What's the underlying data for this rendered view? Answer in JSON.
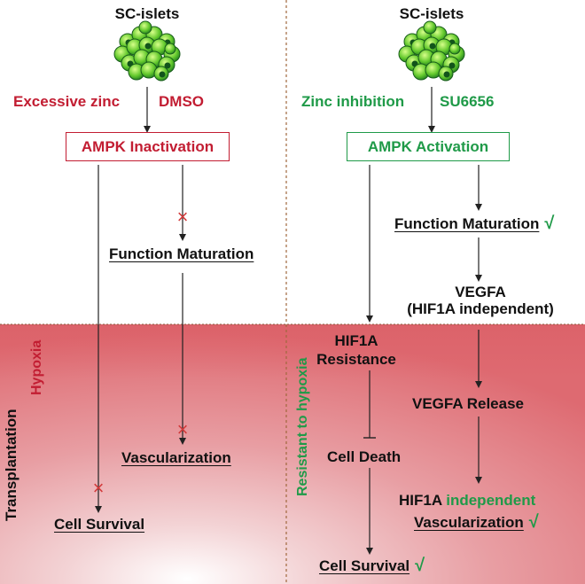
{
  "left": {
    "title": "SC-islets",
    "treatment_a": "Excessive zinc",
    "treatment_b": "DMSO",
    "box": "AMPK Inactivation",
    "function": "Function Maturation",
    "vascularization": "Vascularization",
    "survival": "Cell Survival",
    "condition": "Hypoxia"
  },
  "right": {
    "title": "SC-islets",
    "treatment_a": "Zinc inhibition",
    "treatment_b": "SU6656",
    "box": "AMPK Activation",
    "function": "Function Maturation",
    "vegfa_line1": "VEGFA",
    "vegfa_line2": "(HIF1A independent)",
    "hif_line1": "HIF1A",
    "hif_line2": "Resistance",
    "vegfa_release": "VEGFA Release",
    "cell_death": "Cell Death",
    "vasc_prefix": "HIF1A",
    "vasc_suffix": "independent",
    "vascularization": "Vascularization",
    "survival": "Cell Survival",
    "condition": "Resistant to hypoxia"
  },
  "side_label": "Transplantation",
  "check_mark": "√",
  "cross_mark": "×",
  "colors": {
    "red": "#c21d32",
    "green": "#1f9a48",
    "hypoxia": "#e26e72"
  }
}
